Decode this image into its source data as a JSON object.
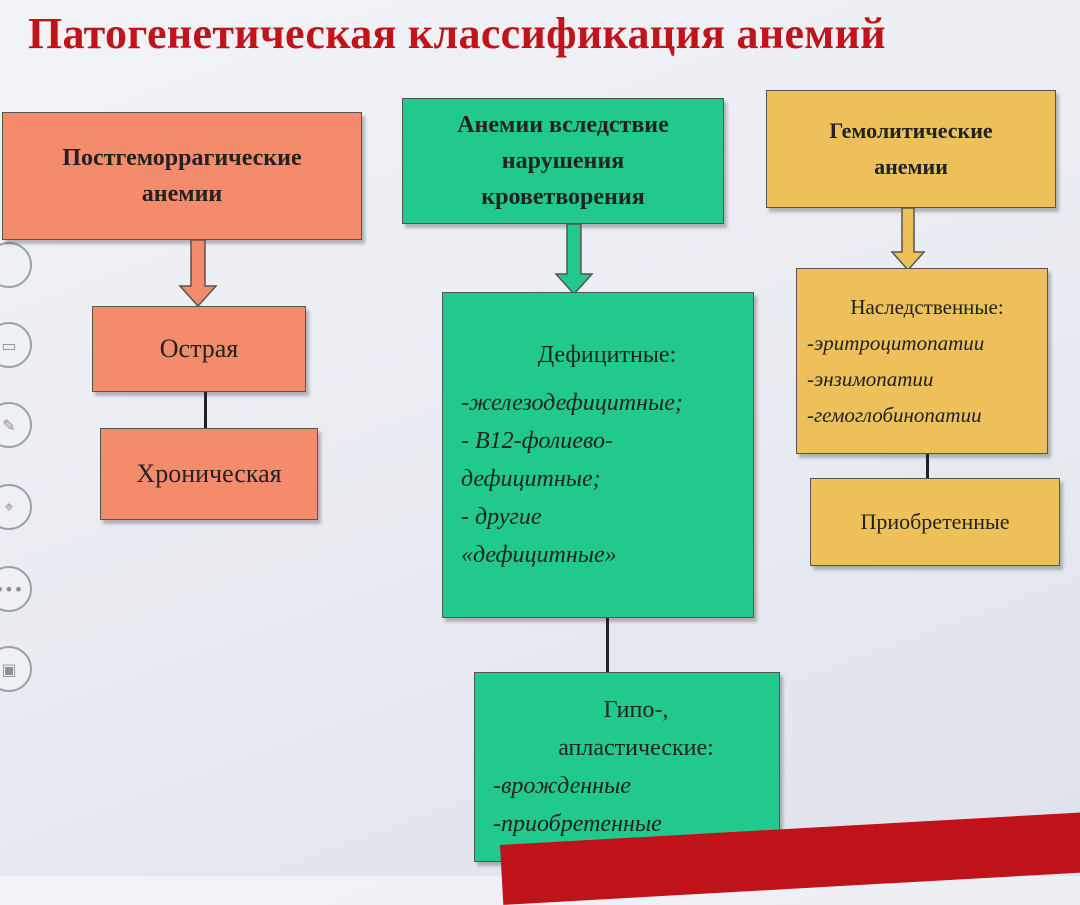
{
  "title": "Патогенетическая классификация анемий",
  "columns": [
    {
      "header": [
        "Постгеморрагические",
        "анемии"
      ],
      "children": [
        {
          "lines": [
            "Острая"
          ]
        },
        {
          "lines": [
            "Хроническая"
          ]
        }
      ]
    },
    {
      "header": [
        "Анемии вследствие",
        "нарушения",
        "кроветворения"
      ],
      "children": [
        {
          "lines": [
            "Дефицитные:",
            "-железодефицитные;",
            "- В12-фолиево-",
            "дефицитные;",
            "- другие",
            "«дефицитные»"
          ]
        },
        {
          "lines": [
            "Гипо-,",
            "апластические:",
            "-врожденные",
            "-приобретенные"
          ]
        }
      ]
    },
    {
      "header": [
        "Гемолитические",
        "анемии"
      ],
      "children": [
        {
          "lines": [
            "Наследственные:",
            "-эритроцитопатии",
            "-энзимопатии",
            "-гемоглобинопатии"
          ]
        },
        {
          "lines": [
            "Приобретенные"
          ]
        }
      ]
    }
  ],
  "colors": {
    "salmon": "#f48b6c",
    "green": "#22c98d",
    "gold": "#edc05a",
    "title": "#c0141a"
  },
  "sidebar_icons": [
    "circle-icon",
    "page-icon",
    "pen-icon",
    "pointer-icon",
    "more-icon",
    "screen-icon"
  ]
}
